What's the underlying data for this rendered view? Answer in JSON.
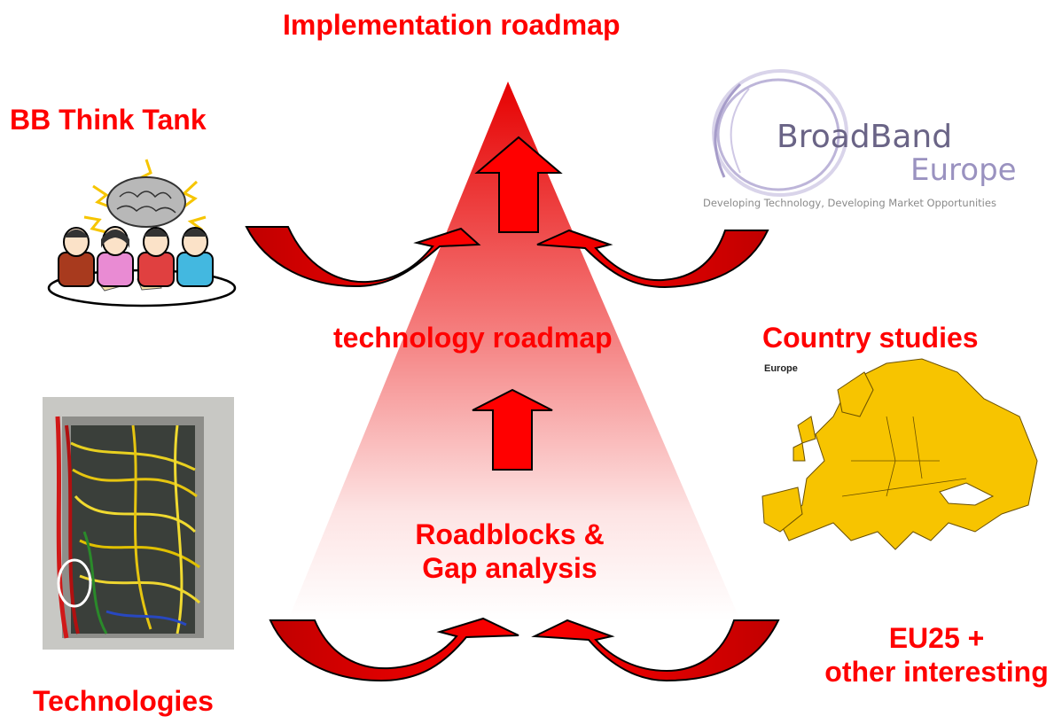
{
  "title": "Implementation roadmap",
  "labels": {
    "think_tank": "BB Think Tank",
    "technology_roadmap": "technology roadmap",
    "country_studies": "Country studies",
    "roadblocks_line1": "Roadblocks &",
    "roadblocks_line2": "Gap analysis",
    "technologies": "Technologies",
    "eu25_line1": "EU25 +",
    "eu25_line2": "other interesting"
  },
  "logo": {
    "word1": "BroadBand",
    "word2": "Europe",
    "tagline": "Developing Technology, Developing Market Opportunities"
  },
  "map": {
    "label": "Europe"
  },
  "colors": {
    "accent": "#ff0000",
    "arrow_dark": "#b50000",
    "map_fill": "#f7c400"
  },
  "icons": [
    "up-arrow-icon",
    "curved-arrow-icon",
    "brain-icon",
    "people-icon",
    "server-rack-photo",
    "europe-map"
  ]
}
